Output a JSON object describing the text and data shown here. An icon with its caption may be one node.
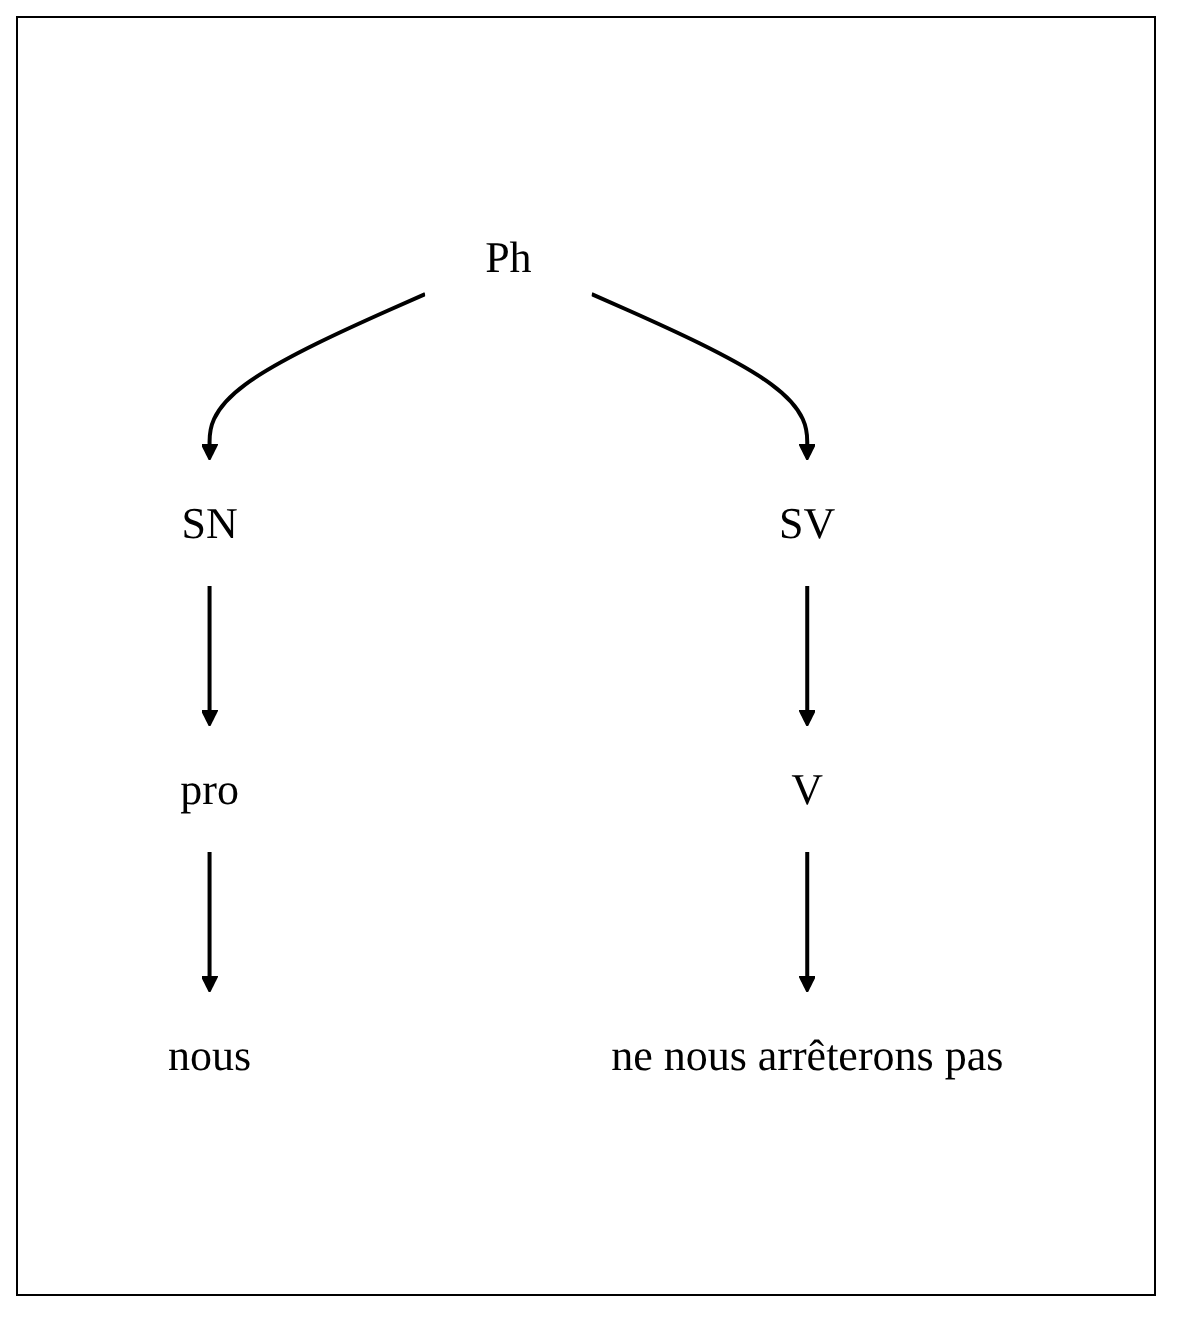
{
  "diagram": {
    "nodes": [
      {
        "text": [
          "Ph"
        ]
      },
      {
        "text": [
          "SN"
        ]
      },
      {
        "text": [
          "SV"
        ]
      },
      {
        "text": [
          "pro"
        ]
      },
      {
        "text": [
          "V"
        ]
      },
      {
        "text": [
          "nous"
        ]
      },
      {
        "text": [
          "ne nous arrêterons pas"
        ]
      }
    ],
    "edges": [
      {
        "from": 0,
        "to": 1,
        "arrow": "to"
      },
      {
        "from": 0,
        "to": 2,
        "arrow": "to"
      },
      {
        "from": 1,
        "to": 3,
        "arrow": "to"
      },
      {
        "from": 2,
        "to": 4,
        "arrow": "to"
      },
      {
        "from": 3,
        "to": 5,
        "arrow": "to"
      },
      {
        "from": 4,
        "to": 6,
        "arrow": "to"
      }
    ]
  }
}
